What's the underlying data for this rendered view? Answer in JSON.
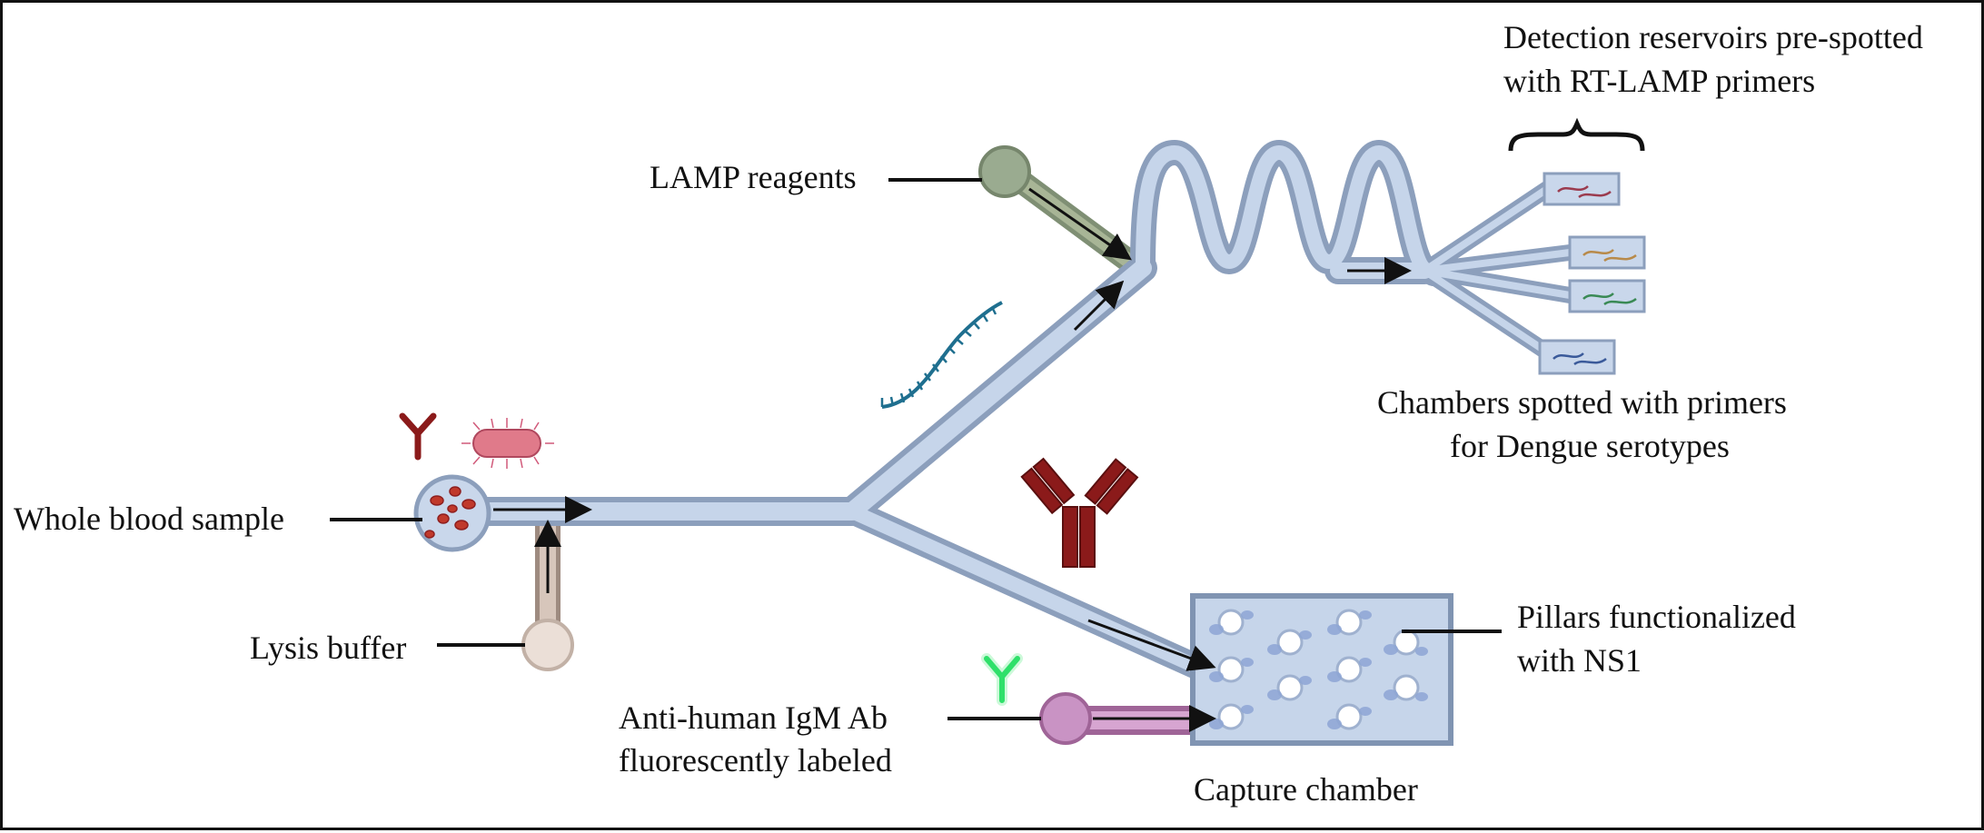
{
  "labels": {
    "whole_blood": "Whole blood sample",
    "lysis": "Lysis buffer",
    "lamp_reagents": "LAMP reagents",
    "detection_line1": "Detection reservoirs pre-spotted",
    "detection_line2": "with RT-LAMP primers",
    "chambers_line1": "Chambers spotted with primers",
    "chambers_line2": "for Dengue serotypes",
    "pillars_line1": "Pillars functionalized",
    "pillars_line2": "with NS1",
    "antibody_line1": "Anti-human IgM Ab",
    "antibody_line2": "fluorescently labeled",
    "capture": "Capture chamber"
  },
  "colors": {
    "channel": "#b7c9e2",
    "channel_edge": "#8c9fbc",
    "lamp_reservoir": "#9aab90",
    "lysis_reservoir": "#e6d8cf",
    "antibody_reservoir": "#c993c4",
    "antibody_dark_red": "#8b1a1a",
    "antibody_green": "#2fe06a",
    "bacteria": "#e07a8a",
    "rna_strand": "#1f6f8f",
    "pillar": "#ffffff",
    "ns1_protein": "#9db4e0"
  },
  "icons": [
    "antibody-icon",
    "bacterium-icon",
    "rna-strand-icon",
    "blood-cells-icon",
    "curly-brace-icon",
    "arrow-icon"
  ]
}
